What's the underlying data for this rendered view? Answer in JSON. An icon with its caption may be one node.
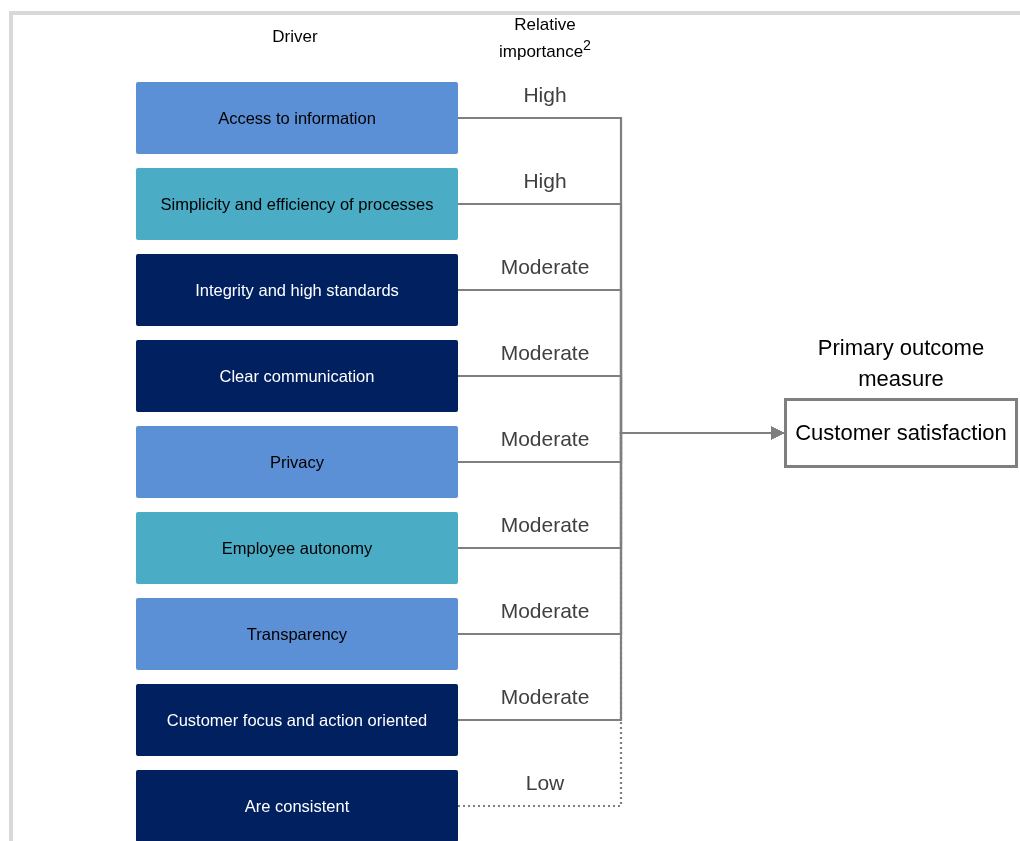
{
  "diagram": {
    "nodes": [
      {
        "text": [
          "Access to information"
        ]
      },
      {
        "text": [
          "Simplicity and efficiency of processes"
        ]
      },
      {
        "text": [
          "Integrity and high standards"
        ]
      },
      {
        "text": [
          "Clear communication"
        ]
      },
      {
        "text": [
          "Privacy"
        ]
      },
      {
        "text": [
          "Employee autonomy"
        ]
      },
      {
        "text": [
          "Transparency"
        ]
      },
      {
        "text": [
          "Customer focus and action oriented"
        ]
      },
      {
        "text": [
          "Are consistent"
        ]
      },
      {
        "text": [
          "Primary outcome measure",
          "Customer satisfaction"
        ]
      }
    ],
    "edges": [
      {
        "from": 0,
        "to": 9,
        "arrow": "to",
        "label": "High"
      },
      {
        "from": 1,
        "to": 9,
        "arrow": "to",
        "label": "High"
      },
      {
        "from": 2,
        "to": 9,
        "arrow": "to",
        "label": "Moderate"
      },
      {
        "from": 3,
        "to": 9,
        "arrow": "to",
        "label": "Moderate"
      },
      {
        "from": 4,
        "to": 9,
        "arrow": "to",
        "label": "Moderate"
      },
      {
        "from": 5,
        "to": 9,
        "arrow": "to",
        "label": "Moderate"
      },
      {
        "from": 6,
        "to": 9,
        "arrow": "to",
        "label": "Moderate"
      },
      {
        "from": 7,
        "to": 9,
        "arrow": "to",
        "label": "Moderate"
      },
      {
        "from": 8,
        "to": 9,
        "arrow": "to",
        "label": "Low",
        "style": "dashed"
      }
    ],
    "labels": [
      "Driver",
      "Relative importance$^{2}$"
    ]
  }
}
